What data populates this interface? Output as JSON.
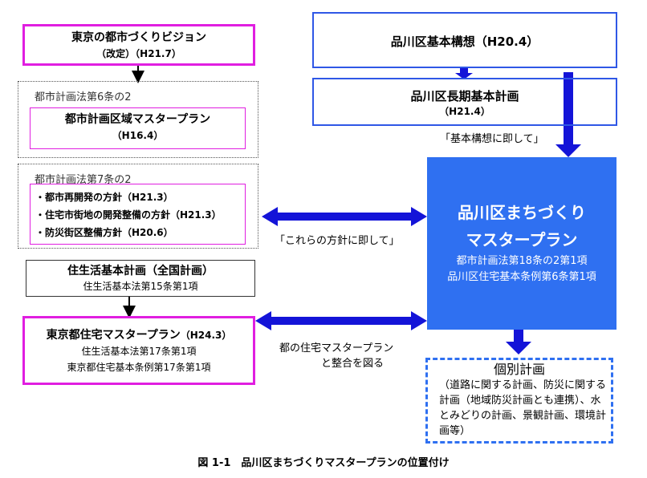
{
  "left": {
    "vision": {
      "line1": "東京の都市づくりビジョン",
      "line2": "（改定）（H21.7）"
    },
    "sec6": {
      "label": "都市計画法第6条の2",
      "title": "都市計画区域マスタープラン",
      "date": "（H16.4）"
    },
    "sec7": {
      "label": "都市計画法第7条の2",
      "items": [
        "・都市再開発の方針（H21.3）",
        "・住宅市街地の開発整備の方針（H21.3）",
        "・防災街区整備方針（H20.6）"
      ]
    },
    "jyuseikatsu": {
      "title": "住生活基本計画（全国計画）",
      "law": "住生活基本法第15条第1項"
    },
    "tokyo_jutaku": {
      "title": "東京都住宅マスタープラン",
      "date": "（H24.3）",
      "law1": "住生活基本法第17条第1項",
      "law2": "東京都住宅基本条例第17条第1項"
    }
  },
  "right": {
    "kihon_koso": {
      "title": "品川区基本構想（H20.4）"
    },
    "choki": {
      "title": "品川区長期基本計画",
      "date": "（H21.4）"
    },
    "master": {
      "line1": "品川区まちづくり",
      "line2": "マスタープラン",
      "law1": "都市計画法第18条の2第1項",
      "law2": "品川区住宅基本条例第6条第1項"
    },
    "kobetsu": {
      "head": "個別計画",
      "body": "（道路に関する計画、防災に関する計画（地域防災計画とも連携）、水とみどりの計画、景観計画、環境計画等）"
    }
  },
  "connectors": {
    "kihon_label": "「基本構想に即して」",
    "houshin_label": "「これらの方針に即して」",
    "tomaster_line1": "都の住宅マスタープラン",
    "tomaster_line2": "と整合を図る"
  },
  "caption": "図 1-1　品川区まちづくりマスタープランの位置付け",
  "colors": {
    "magenta": "#e01ee0",
    "blue_border": "#2f57e6",
    "blue_fill": "#2f70f1",
    "arrow_blue": "#1414d8"
  }
}
